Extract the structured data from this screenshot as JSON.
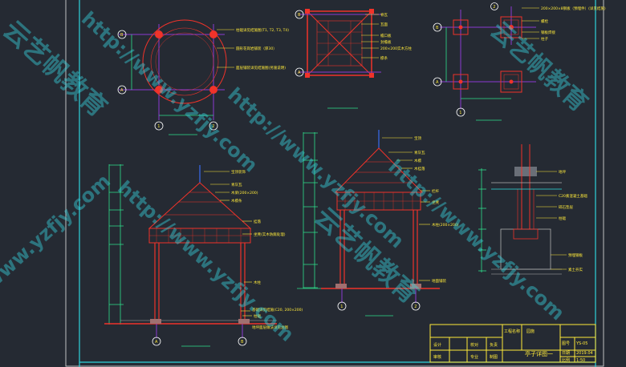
{
  "annotations": {
    "plan_top": [
      "柱础详见结施图(T1, T2, T3, T4)",
      "圆形花岗岩铺装（厚30）",
      "面层铺装详见结施图(另施说明)"
    ],
    "roof_plan": [
      "脊瓦",
      "瓦面",
      "檐口板",
      "封檐板",
      "200×200实木方柱",
      "檩条"
    ],
    "col_detail": [
      "200×200×8钢板（预埋件）(详见结施)",
      "螺栓",
      "钢板焊接",
      "柱子"
    ],
    "elev_left": [
      "宝顶装饰",
      "青灰瓦",
      "木梁(200×200)",
      "木檩条",
      "挂落",
      "坐凳(实木防腐处理)",
      "木柱",
      "柱础"
    ],
    "elev_mid": [
      "宝顶",
      "青灰瓦",
      "木檩",
      "木挂落",
      "栏杆",
      "坐凳",
      "木柱(200×200)",
      "地面铺装"
    ],
    "foundation": [
      "地坪",
      "C20素混凝土基础",
      "碎石垫层",
      "柱础",
      "预埋钢板",
      "素土夯实"
    ],
    "elev_bottom": [
      "基础详见结施(C20, 200×200)",
      "地坪面层做法详见总图"
    ]
  },
  "bubbles": {
    "grid_1": "1",
    "grid_2": "2",
    "grid_a": "A",
    "grid_b": "B"
  },
  "title_block": {
    "drawing_name": "亭子详图一",
    "row_labels": [
      "设计",
      "审核",
      "校对"
    ],
    "mid_labels": [
      "专业",
      "负责",
      "制图"
    ],
    "right_labels": [
      "工程名称",
      "图号",
      "日期",
      "比例"
    ],
    "right_values": [
      "园施",
      "YS-05",
      "2019.04",
      "1:50"
    ]
  },
  "watermark": {
    "cn_text": "云艺帆教育",
    "url_text": "http://www.yzfjy.com"
  }
}
